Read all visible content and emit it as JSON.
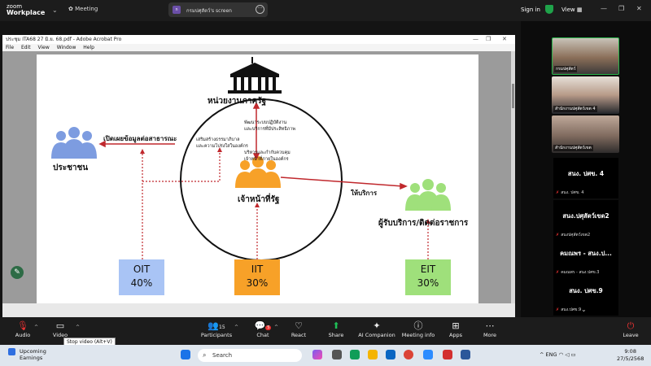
{
  "zoom_top": {
    "logo_line1": "zoom",
    "logo_line2": "Workplace",
    "chevron": "⌄",
    "meeting_label": "Meeting",
    "share_title": "กรมปศุสัตว์'s screen",
    "sign_in": "Sign in",
    "view_label": "View"
  },
  "acrobat": {
    "title": "ประชุม ITA68 27 มิ.ย. 68.pdf - Adobe Acrobat Pro",
    "menu": [
      "File",
      "Edit",
      "View",
      "Window",
      "Help"
    ]
  },
  "slide": {
    "gov_agency": "หน่วยงานภาครัฐ",
    "officer": "เจ้าหน้าที่รัฐ",
    "people": "ประชาชน",
    "recipient": "ผู้รับบริการ/ติดต่อราชการ",
    "disclose": "เปิดเผยข้อมูลต่อสาธารณะ",
    "serve": "ให้บริการ",
    "integrity_1": "เสริมสร้างธรรมาภิบาล",
    "integrity_2": "และความโปร่งใสในองค์กร",
    "improve_1": "พัฒนาระบบปฏิบัติงาน",
    "improve_2": "และบริการที่มีประสิทธิภาพ",
    "supervise_1": "บริหารและกำกับควบคุม",
    "supervise_2": "เจ้าหน้าที่ภายในองค์กร",
    "boxes": [
      {
        "name": "OIT",
        "pct": "40%",
        "color": "#a9c4f5"
      },
      {
        "name": "IIT",
        "pct": "30%",
        "color": "#f7a128"
      },
      {
        "name": "EIT",
        "pct": "30%",
        "color": "#9fe07b"
      }
    ],
    "people_icon_colors": {
      "people": "#7d9ce0",
      "officer": "#f7a128",
      "recipient": "#9fe07b"
    }
  },
  "participants": {
    "video_captions": [
      "กรมปศุสัตว์",
      "สำนักงานปศุสัตว์เขต 4",
      "สำนักงานปศุสัตว์เขต"
    ],
    "tiles": [
      {
        "name": "สนง. ปศข. 4",
        "sub": "สนง. ปศข. 4"
      },
      {
        "name": "สนง.ปศุสัตว์เขต2",
        "sub": "สนงปศุสัตว์เขต2"
      },
      {
        "name": "คมณพร - สนง.ป...",
        "sub": "คมณพร - สนง.ปศข.3"
      },
      {
        "name": "สนง. ปศข.9",
        "sub": "สนง.ปศข.9"
      }
    ]
  },
  "toolbar": {
    "items": [
      {
        "label": "Audio",
        "icon": "mic-muted-icon"
      },
      {
        "label": "Video",
        "icon": "video-icon"
      },
      {
        "label": "Participants",
        "icon": "participants-icon",
        "count": "15"
      },
      {
        "label": "Chat",
        "icon": "chat-icon",
        "badge": "5"
      },
      {
        "label": "React",
        "icon": "heart-icon"
      },
      {
        "label": "Share",
        "icon": "share-icon"
      },
      {
        "label": "AI Companion",
        "icon": "sparkle-icon"
      },
      {
        "label": "Meeting info",
        "icon": "info-icon"
      },
      {
        "label": "Apps",
        "icon": "apps-icon"
      },
      {
        "label": "More",
        "icon": "more-icon"
      },
      {
        "label": "Leave",
        "icon": "leave-icon"
      }
    ],
    "tooltip": "Stop video (Alt+V)"
  },
  "taskbar": {
    "weather_title": "Upcoming",
    "weather_sub": "Earnings",
    "search_placeholder": "Search",
    "lang": "ENG",
    "time": "9:08",
    "date": "27/5/2568"
  }
}
